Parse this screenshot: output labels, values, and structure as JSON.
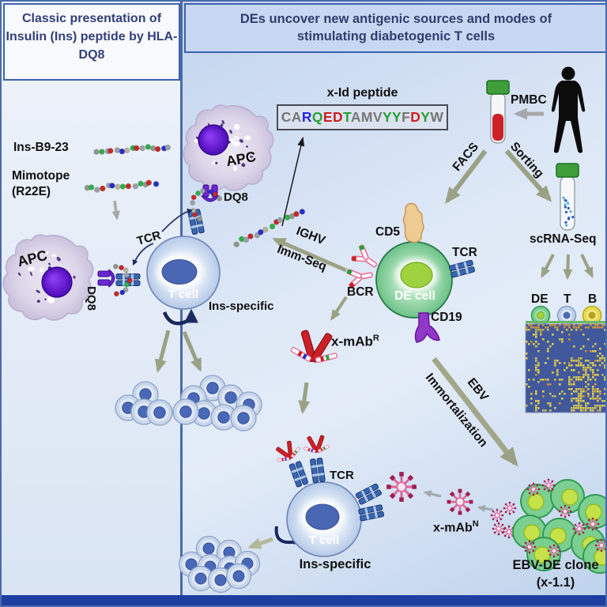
{
  "left_panel": {
    "title": "Classic presentation of Insulin (Ins) peptide by HLA-DQ8",
    "ins_peptide": "Ins-B9-23",
    "mimotope_line1": "Mimotope",
    "mimotope_line2": "(R22E)"
  },
  "shared": {
    "tcr": "TCR",
    "t_cell": "T cell",
    "ins_specific": "Ins-specific",
    "apc": "APC",
    "dq8": "DQ8"
  },
  "right_panel": {
    "title": "DEs uncover new antigenic sources and modes of stimulating diabetogenic T cells",
    "x_id_title": "x-Id peptide",
    "peptide_sequence": "CARQEDTAMVYYFDYW",
    "peptide_colors": [
      "gray",
      "gray",
      "blue",
      "green",
      "red",
      "red",
      "green",
      "gray",
      "gray",
      "gray",
      "green",
      "green",
      "gray",
      "red",
      "green",
      "gray"
    ],
    "ighv": "IGHV",
    "imm_seq": "Imm-Seq",
    "de_cell": "DE cell",
    "cd5": "CD5",
    "bcr": "BCR",
    "cd19": "CD19",
    "facs": "FACS",
    "sorting": "Sorting",
    "pmbc": "PMBC",
    "scrna_seq": "scRNA-Seq",
    "heatmap_columns": [
      "DE",
      "T",
      "B"
    ],
    "ebv": "EBV",
    "immortalization": "Immortalization",
    "x_mab_base": "x-mAb",
    "x_mab_r_sup": "R",
    "x_mab_n_sup": "N",
    "ebv_de_clone": "EBV-DE clone",
    "clone_id": "(x-1.1)"
  },
  "colors": {
    "title_navy": "#333f78",
    "de_cell_green": "#7bcf90",
    "t_cell_blue": "#bdcfe9",
    "apc_lavender": "#d9d2e6",
    "antibody_red": "#cc2026",
    "star_pink": "#e0669a",
    "arrow_olive": "#9ba184",
    "heatmap_blue": "#41589c",
    "heatmap_yellow": "#e8d44a"
  }
}
